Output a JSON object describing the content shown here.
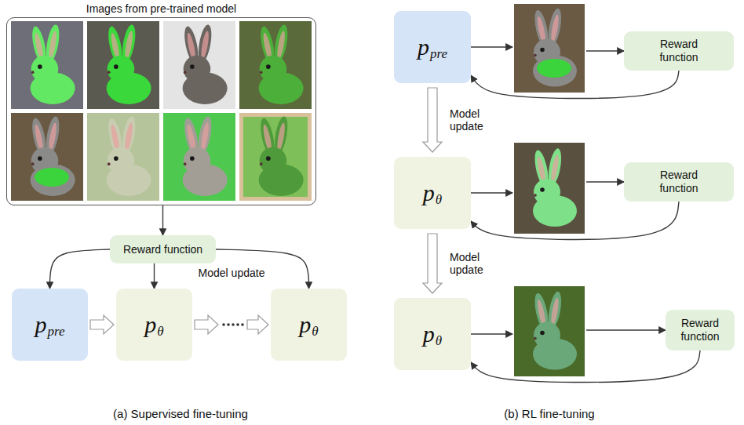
{
  "diagram": {
    "nodes": [
      {
        "text": [
          "Images from pre-trained model"
        ]
      },
      {
        "text": [
          "Reward function"
        ]
      },
      {
        "text": [
          "p",
          "pre"
        ]
      },
      {
        "text": [
          "p",
          "θ"
        ]
      },
      {
        "text": [
          "p",
          "θ"
        ]
      },
      {
        "text": [
          "p",
          "pre"
        ]
      },
      {
        "text": [
          "Reward function"
        ]
      },
      {
        "text": [
          "p",
          "θ"
        ]
      },
      {
        "text": [
          "Reward function"
        ]
      },
      {
        "text": [
          "p",
          "θ"
        ]
      },
      {
        "text": [
          "Reward function"
        ]
      }
    ],
    "edges": [
      {
        "from": 0,
        "to": 1,
        "arrow": "to"
      },
      {
        "from": 1,
        "to": 2,
        "arrow": "to"
      },
      {
        "from": 1,
        "to": 3,
        "arrow": "to"
      },
      {
        "from": 1,
        "to": 4,
        "arrow": "to"
      },
      {
        "from": 2,
        "to": 3,
        "arrow": "to"
      },
      {
        "from": 3,
        "to": 4,
        "label": "Model update",
        "arrow": "to"
      },
      {
        "from": 5,
        "to": 6,
        "arrow": "to"
      },
      {
        "from": 6,
        "to": 5,
        "arrow": "to"
      },
      {
        "from": 5,
        "to": 7,
        "label": "Model update",
        "arrow": "to"
      },
      {
        "from": 7,
        "to": 8,
        "arrow": "to"
      },
      {
        "from": 8,
        "to": 7,
        "arrow": "to"
      },
      {
        "from": 7,
        "to": 9,
        "label": "Model update",
        "arrow": "to"
      },
      {
        "from": 9,
        "to": 10,
        "arrow": "to"
      },
      {
        "from": 10,
        "to": 9,
        "arrow": "to"
      }
    ],
    "labels": [
      "(a) Supervised fine-tuning",
      "(b) RL fine-tuning"
    ]
  }
}
